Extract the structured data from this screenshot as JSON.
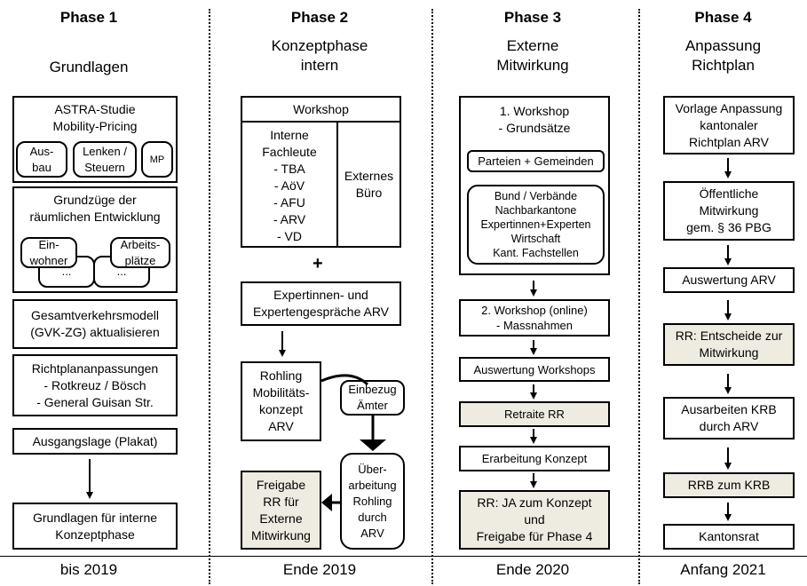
{
  "phases": [
    {
      "title": "Phase 1",
      "subtitle": [
        "Grundlagen"
      ],
      "footer": "bis 2019"
    },
    {
      "title": "Phase 2",
      "subtitle": [
        "Konzeptphase",
        "intern"
      ],
      "footer": "Ende 2019"
    },
    {
      "title": "Phase 3",
      "subtitle": [
        "Externe",
        "Mitwirkung"
      ],
      "footer": "Ende 2020"
    },
    {
      "title": "Phase 4",
      "subtitle": [
        "Anpassung",
        "Richtplan"
      ],
      "footer": "Anfang 2021"
    }
  ],
  "phase1": {
    "astra": [
      "ASTRA-Studie",
      "Mobility-Pricing"
    ],
    "ausbau": [
      "Aus-",
      "bau"
    ],
    "lenken": [
      "Lenken /",
      "Steuern"
    ],
    "mp": "MP",
    "grundzuege": [
      "Grundzüge der",
      "räumlichen Entwicklung"
    ],
    "einwohner": [
      "Ein-",
      "wohner"
    ],
    "arbeitsplaetze": [
      "Arbeits-",
      "plätze"
    ],
    "dots_left": "...",
    "dots_right": "...",
    "gvm": [
      "Gesamtverkehrsmodell",
      "(GVK-ZG) aktualisieren"
    ],
    "richtplan": [
      "Richtplananpassungen",
      "- Rotkreuz / Bösch",
      "- General Guisan Str."
    ],
    "ausgangslage": "Ausgangslage (Plakat)",
    "grundlagen": [
      "Grundlagen für interne",
      "Konzeptphase"
    ]
  },
  "phase2": {
    "workshop": "Workshop",
    "fachleute": [
      "Interne",
      "Fachleute",
      "- TBA",
      "- AöV",
      "- AFU",
      "- ARV",
      "- VD"
    ],
    "extern": [
      "Externes",
      "Büro"
    ],
    "plus": "+",
    "expert": [
      "Expertinnen- und",
      "Expertengespräche ARV"
    ],
    "rohling": [
      "Rohling",
      "Mobilitäts-",
      "konzept",
      "ARV"
    ],
    "einbezug": [
      "Einbezug",
      "Ämter"
    ],
    "ueberarbeitung": [
      "Über-",
      "arbeitung",
      "Rohling",
      "durch",
      "ARV"
    ],
    "freigabe": [
      "Freigabe",
      "RR für",
      "Externe",
      "Mitwirkung"
    ]
  },
  "phase3": {
    "workshop1": [
      "1. Workshop",
      "- Grundsätze"
    ],
    "parteien": "Parteien + Gemeinden",
    "bund": [
      "Bund / Verbände",
      "Nachbarkantone",
      "Expertinnen+Experten",
      "Wirtschaft",
      "Kant. Fachstellen"
    ],
    "workshop2": [
      "2. Workshop (online)",
      "- Massnahmen"
    ],
    "auswertung": "Auswertung Workshops",
    "retraite": "Retraite RR",
    "erarbeitung": "Erarbeitung Konzept",
    "rrja": [
      "RR: JA zum Konzept",
      "und",
      "Freigabe für Phase 4"
    ]
  },
  "phase4": {
    "vorlage": [
      "Vorlage Anpassung",
      "kantonaler",
      "Richtplan ARV"
    ],
    "oeffentlich": [
      "Öffentliche",
      "Mitwirkung",
      "gem. § 36 PBG"
    ],
    "auswertung": "Auswertung ARV",
    "rrentscheide": [
      "RR: Entscheide zur",
      "Mitwirkung"
    ],
    "ausarbeiten": [
      "Ausarbeiten KRB",
      "durch ARV"
    ],
    "rrb": "RRB zum KRB",
    "kantonsrat": "Kantonsrat"
  }
}
